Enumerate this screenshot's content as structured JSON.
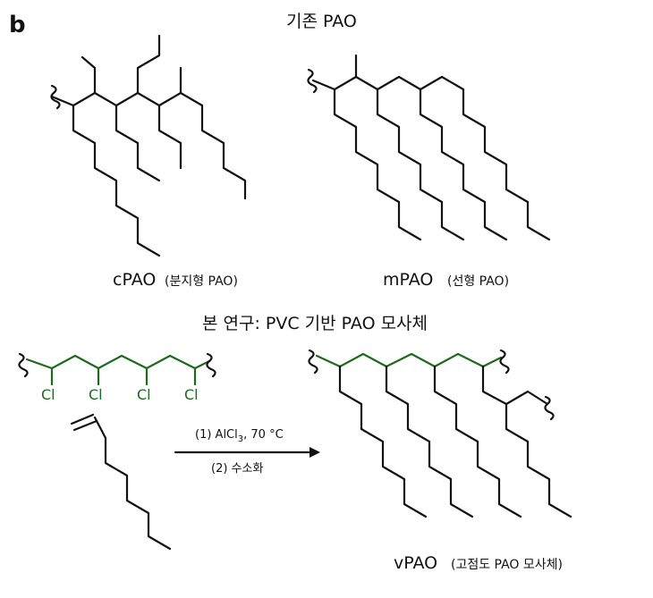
{
  "panel_label": "b",
  "top_title": "기존 PAO",
  "bottom_title": "본 연구: PVC 기반 PAO 모사체",
  "structures": {
    "cpao": {
      "name": "cPAO",
      "detail": "(분지형 PAO)"
    },
    "mpao": {
      "name": "mPAO",
      "detail": "(선형 PAO)"
    },
    "vpao": {
      "name": "vPAO",
      "detail": "(고점도 PAO 모사체)"
    }
  },
  "reaction": {
    "step1_prefix": "(1) AlCl",
    "step1_subscript": "3",
    "step1_suffix": ", 70 °C",
    "step2": "(2) 수소화"
  },
  "pvc_labels": [
    "Cl",
    "Cl",
    "Cl",
    "Cl"
  ],
  "colors": {
    "pvc": "#1c6b1c",
    "bonds": "#111111"
  }
}
